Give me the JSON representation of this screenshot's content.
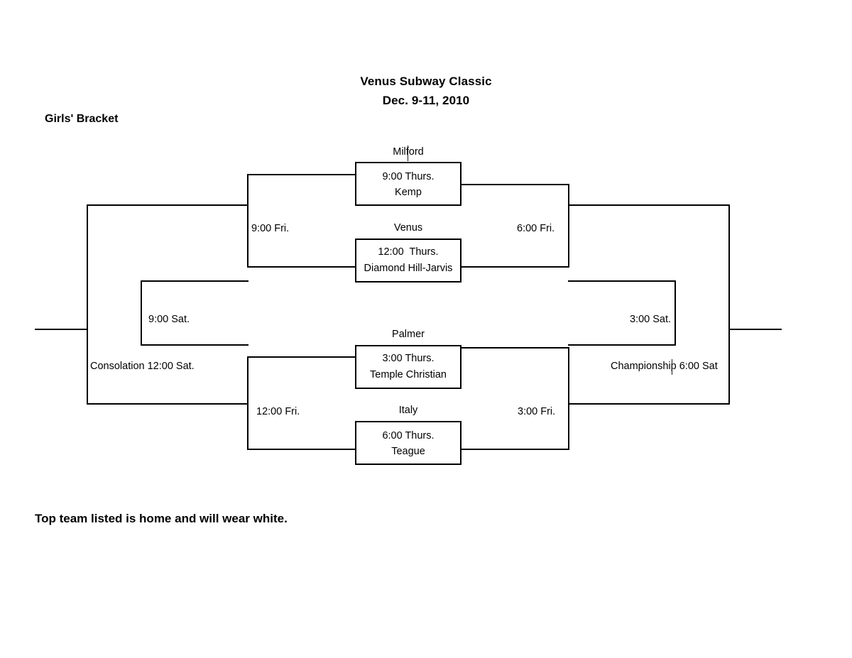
{
  "header": {
    "title_line1": "Venus Subway Classic",
    "title_line2": "Dec. 9-11, 2010",
    "bracket_label": "Girls' Bracket"
  },
  "footer": {
    "note": "Top team listed is home and will wear white."
  },
  "games": [
    {
      "id": "game-1",
      "top_team": "Milford",
      "time": "9:00 Thurs.",
      "bottom_team": "Kemp"
    },
    {
      "id": "game-2",
      "top_team": "Venus",
      "time": "12:00  Thurs.",
      "bottom_team": "Diamond Hill-Jarvis"
    },
    {
      "id": "game-3",
      "top_team": "Palmer",
      "time": "3:00 Thurs.",
      "bottom_team": "Temple Christian"
    },
    {
      "id": "game-4",
      "top_team": "Italy",
      "time": "6:00 Thurs.",
      "bottom_team": "Teague"
    }
  ],
  "round_labels": {
    "upper_left_semi": "9:00 Fri.",
    "lower_left_semi": "12:00 Fri.",
    "upper_right_semi": "6:00 Fri.",
    "lower_right_semi": "3:00 Fri.",
    "left_consolation_bracket": "9:00 Sat.",
    "right_final_bracket": "3:00 Sat.",
    "consolation": "Consolation 12:00 Sat.",
    "championship": "Championship 6:00 Sat"
  },
  "colors": {
    "line": "#000000",
    "background": "#ffffff",
    "text": "#000000"
  }
}
